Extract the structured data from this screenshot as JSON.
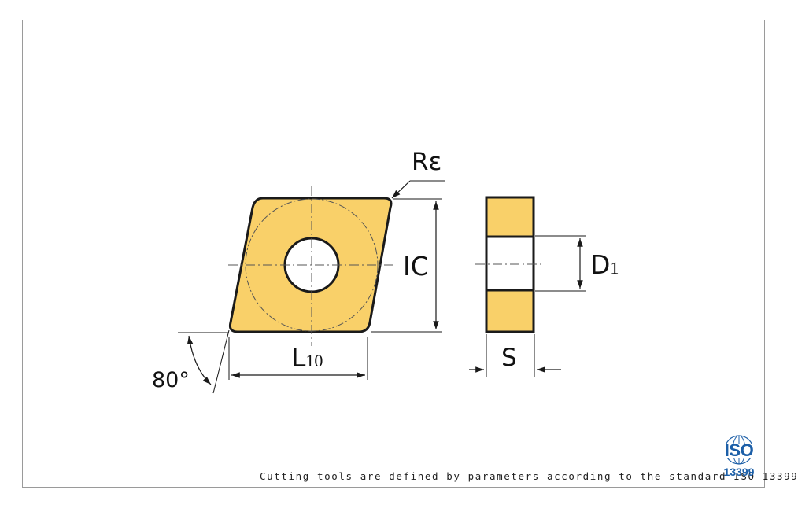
{
  "labels": {
    "corner_radius": "Rε",
    "inscribed_circle": "IC",
    "hole_diameter_main": "D",
    "hole_diameter_sub": "1",
    "cutting_edge_main": "L",
    "cutting_edge_sub": "10",
    "thickness": "S",
    "angle": "80°"
  },
  "footer": {
    "note": "Cutting tools are defined by parameters according to the standard ISO 13399"
  },
  "iso_badge": {
    "text": "ISO",
    "number": "13399",
    "color": "#1c5fa8"
  },
  "colors": {
    "insert_fill": "#f9d069",
    "outline": "#1a1a1a"
  }
}
